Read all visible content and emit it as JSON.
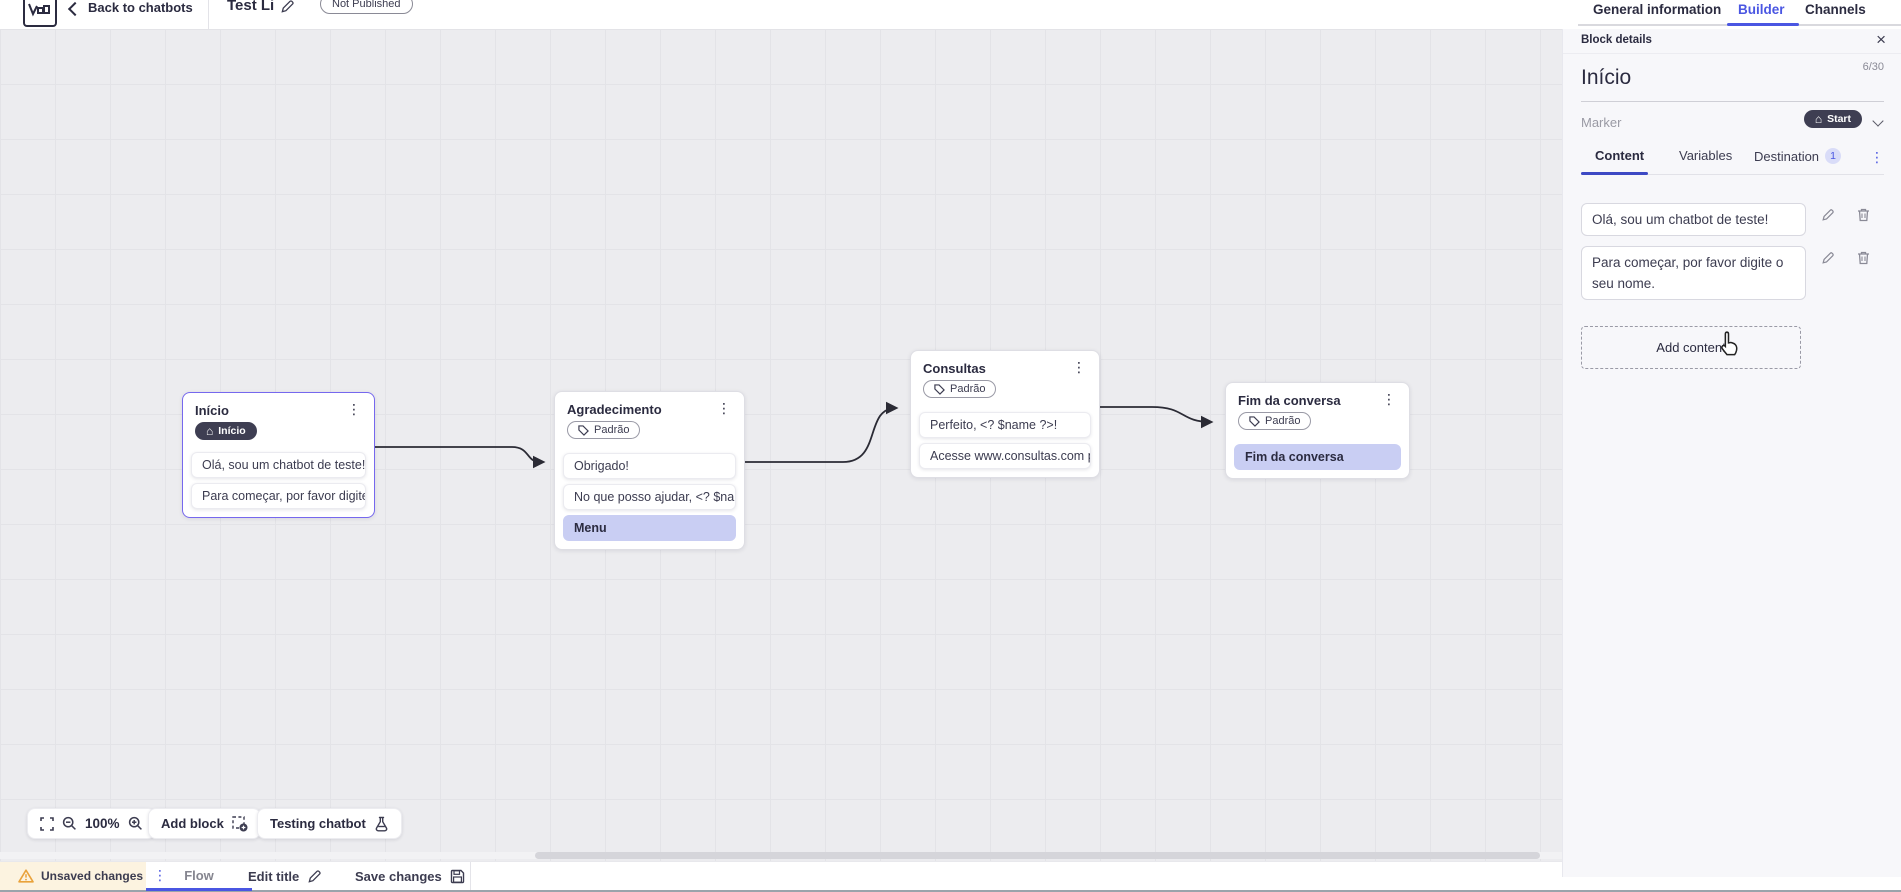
{
  "topbar": {
    "back_label": "Back to chatbots",
    "bot_title": "Test Li",
    "status_badge": "Not Published",
    "tabs": {
      "general": "General information",
      "builder": "Builder",
      "channels": "Channels"
    }
  },
  "panel": {
    "header": "Block details",
    "title": "Início",
    "counter": "6/30",
    "marker_label": "Marker",
    "marker_value": "Start",
    "tabs": {
      "content": "Content",
      "variables": "Variables",
      "destination": "Destination",
      "destination_badge": "1"
    },
    "contents": [
      "Olá, sou um chatbot de teste!",
      "Para começar, por favor digite o seu nome."
    ],
    "add_content_label": "Add content"
  },
  "canvas": {
    "nodes": [
      {
        "title": "Início",
        "badge": "Início",
        "items": [
          {
            "text": "Olá, sou um chatbot de teste!"
          },
          {
            "text": "Para começar, por favor digite o ..."
          }
        ]
      },
      {
        "title": "Agradecimento",
        "badge": "Padrão",
        "items": [
          {
            "text": "Obrigado!"
          },
          {
            "text": "No que posso ajudar, <? $name ..."
          },
          {
            "text": "Menu"
          }
        ]
      },
      {
        "title": "Consultas",
        "badge": "Padrão",
        "items": [
          {
            "text": "Perfeito, <? $name ?>!"
          },
          {
            "text": "Acesse www.consultas.com par..."
          }
        ]
      },
      {
        "title": "Fim da conversa",
        "badge": "Padrão",
        "items": [
          {
            "text": "Fim da conversa"
          }
        ]
      }
    ],
    "controls": {
      "zoom_level": "100%",
      "add_block_label": "Add block",
      "testing_label": "Testing chatbot"
    }
  },
  "bottombar": {
    "unsaved_label": "Unsaved changes",
    "flow_tab": "Flow",
    "edit_title_label": "Edit title",
    "save_label": "Save changes"
  },
  "colors": {
    "accent": "#4a56e2",
    "dark_pill": "#3e3e52",
    "highlight": "#c9cef3",
    "selected_border": "#7668ee",
    "warning": "#e9a23b",
    "canvas_bg": "#ececef"
  }
}
